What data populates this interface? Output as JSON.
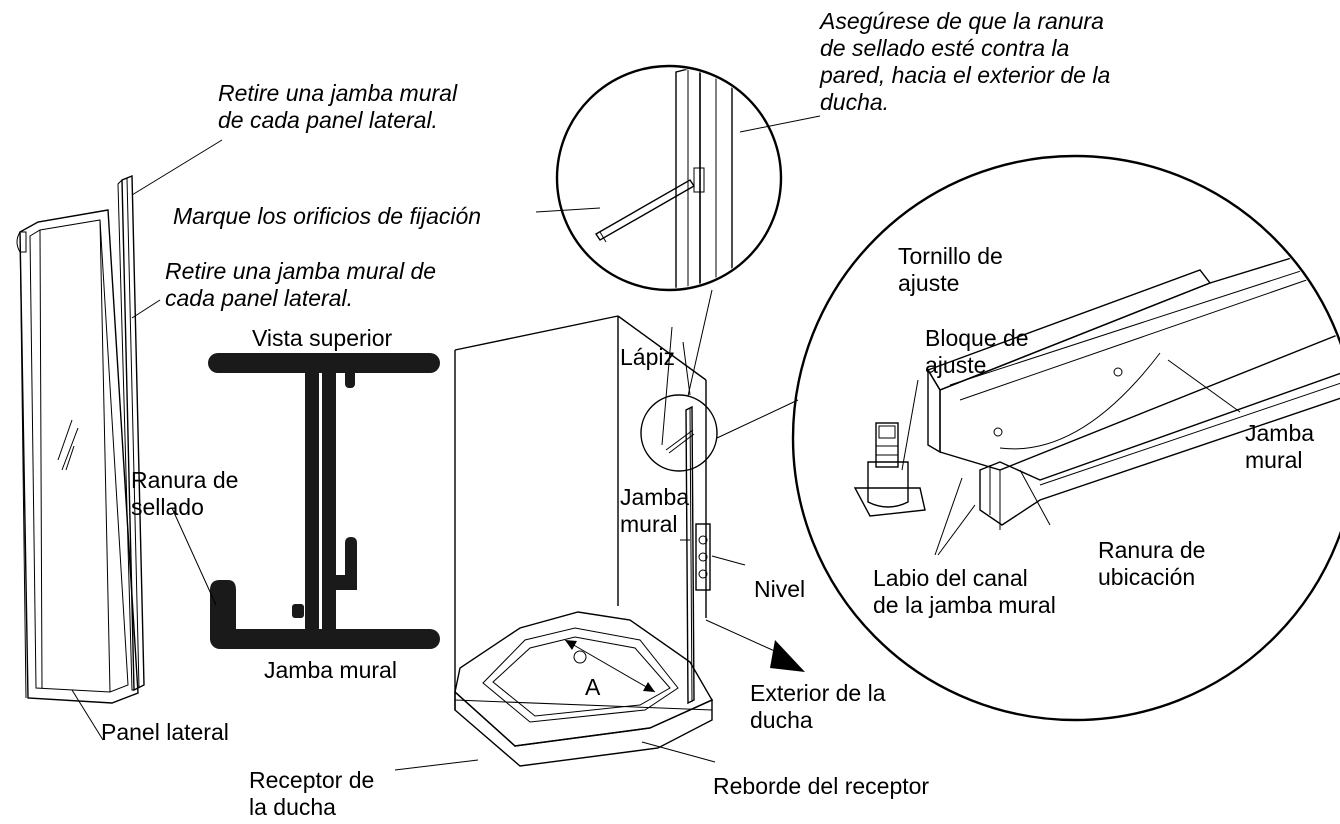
{
  "labels": {
    "ensure_slot": "Asegúrese de que la ranura\nde sellado esté contra la\npared, hacia el exterior de la\nducha.",
    "remove_jamb_top": "Retire una jamba mural\nde cada panel lateral.",
    "mark_holes": "Marque los orificios de fijación",
    "remove_jamb_mid": "Retire una jamba mural de\ncada panel lateral.",
    "top_view": "Vista superior",
    "seal_slot": "Ranura de\nsellado",
    "wall_jamb_bottom": "Jamba mural",
    "side_panel": "Panel lateral",
    "pencil": "Lápiz",
    "wall_jamb_center": "Jamba\nmural",
    "level": "Nivel",
    "shower_exterior": "Exterior de la\nducha",
    "dim_a": "A",
    "shower_receptor": "Receptor de\nla ducha",
    "receptor_ledge": "Reborde del receptor",
    "adjust_screw": "Tornillo de\najuste",
    "adjust_block": "Bloque de\najuste",
    "wall_jamb_right": "Jamba\nmural",
    "channel_lip": "Labio del canal\nde la jamba mural",
    "locating_slot": "Ranura de\nubicación"
  }
}
